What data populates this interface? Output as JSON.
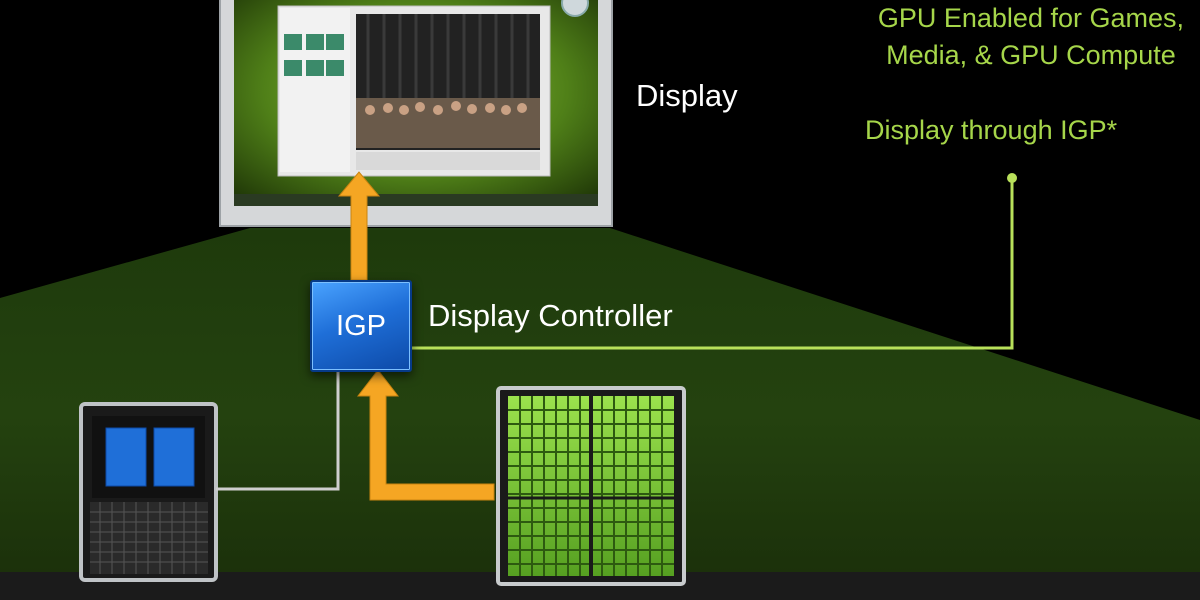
{
  "diagram": {
    "labels": {
      "display": "Display",
      "display_controller": "Display Controller",
      "igp": "IGP"
    },
    "notes": {
      "line1": "GPU Enabled for Games,",
      "line2": "Media, & GPU Compute",
      "line3": "Display through IGP*"
    },
    "colors": {
      "accent_green": "#a6d64a",
      "arrow_orange": "#f5a623",
      "chip_blue": "#1f6fd8",
      "floor_green": "#2c4a14"
    }
  }
}
